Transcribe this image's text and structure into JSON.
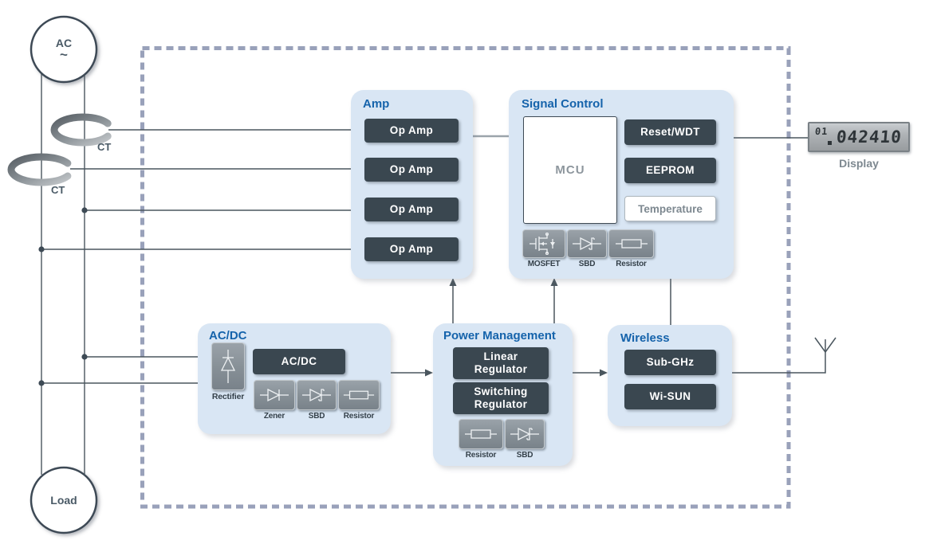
{
  "source": {
    "ac_label": "AC",
    "ac_symbol": "~",
    "load_label": "Load",
    "ct_labels": [
      "CT",
      "CT"
    ]
  },
  "blocks": {
    "amp": {
      "title": "Amp",
      "buttons": [
        "Op Amp",
        "Op Amp",
        "Op Amp",
        "Op Amp"
      ]
    },
    "signal_control": {
      "title": "Signal Control",
      "mcu_label": "MCU",
      "buttons": [
        "Reset/WDT",
        "EEPROM",
        "Temperature"
      ],
      "chips": [
        "MOSFET",
        "SBD",
        "Resistor"
      ]
    },
    "acdc": {
      "title": "AC/DC",
      "rectifier_label": "Rectifier",
      "button": "AC/DC",
      "chips": [
        "Zener",
        "SBD",
        "Resistor"
      ]
    },
    "power": {
      "title": "Power Management",
      "buttons": [
        "Linear Regulator",
        "Switching Regulator"
      ],
      "chips": [
        "Resistor",
        "SBD"
      ]
    },
    "wireless": {
      "title": "Wireless",
      "buttons": [
        "Sub-GHz",
        "Wi-SUN"
      ]
    }
  },
  "display": {
    "small_digits": "01",
    "main_digits": "042410",
    "label": "Display"
  },
  "colors": {
    "title_blue": "#1563ab",
    "block_bg": "#d9e6f4",
    "dark_button": "#3a4750",
    "chip_gray": "#8d969d",
    "wire": "#4a565e",
    "dashed_border": "#99a1ba",
    "lcd_digit": "#2e3438"
  }
}
